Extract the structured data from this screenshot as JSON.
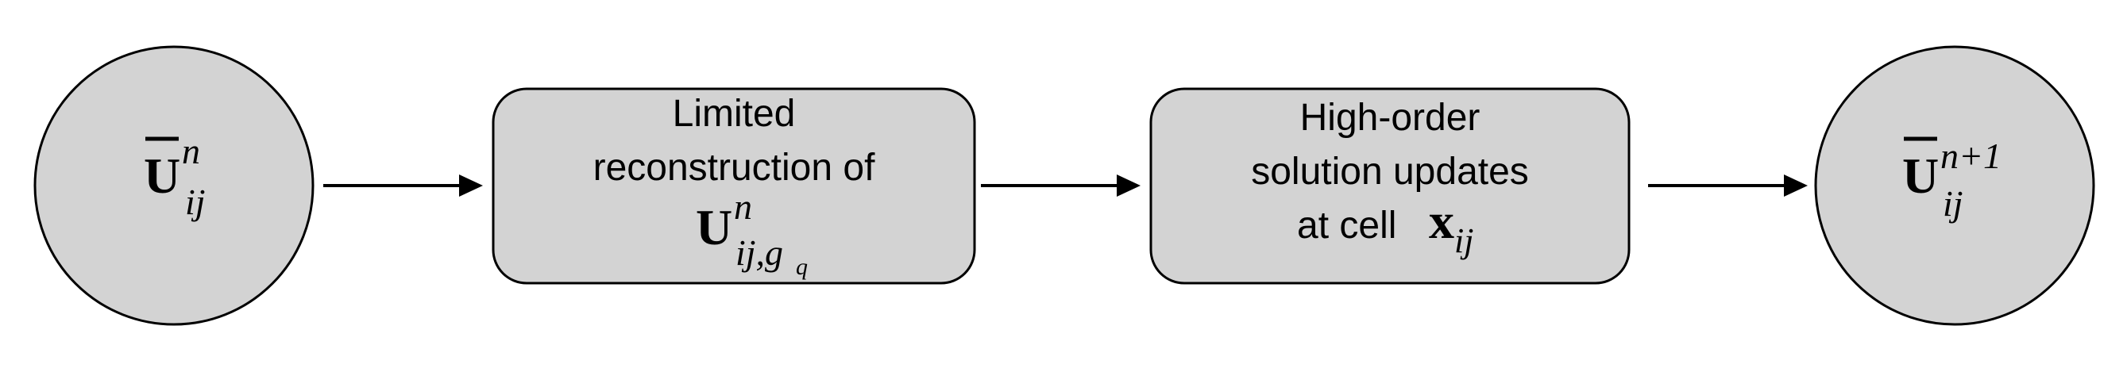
{
  "nodes": {
    "start": {
      "symbol": "U",
      "superscript": "n",
      "subscript": "ij"
    },
    "reconstruction": {
      "line1": "Limited",
      "line2": "reconstruction of",
      "symbol": "U",
      "superscript": "n",
      "subscript_main": "ij,g",
      "subscript_inner": "q"
    },
    "update": {
      "line1": "High-order",
      "line2": "solution updates",
      "line3_prefix": "at cell ",
      "symbol": "x",
      "subscript": "ij"
    },
    "end": {
      "symbol": "U",
      "superscript": "n+1",
      "subscript": "ij"
    }
  },
  "colors": {
    "node_fill": "#d3d3d3",
    "stroke": "#000000"
  }
}
